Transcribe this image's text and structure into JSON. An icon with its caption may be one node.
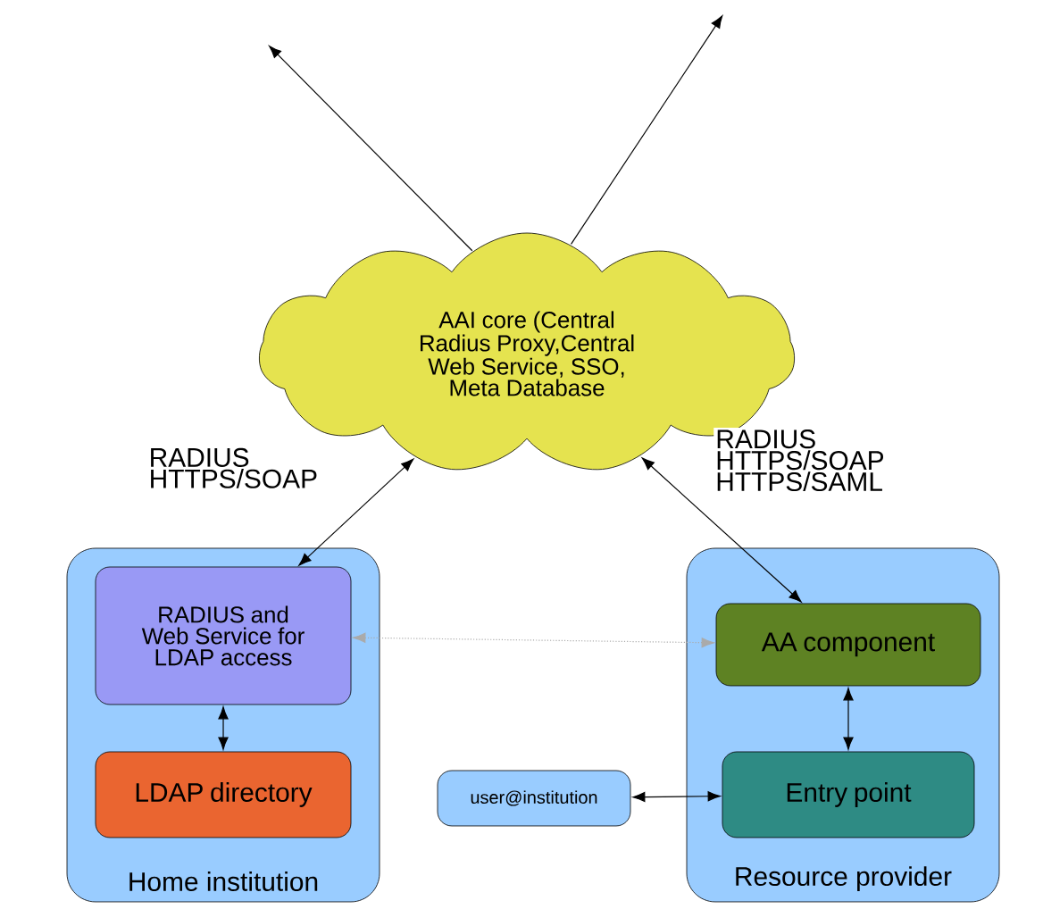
{
  "diagram": {
    "nodes": [
      {
        "text": [
          "AAI core (Central Radius Proxy,Central Web Service, SSO, Meta Database"
        ]
      },
      {
        "text": [
          "Home institution"
        ]
      },
      {
        "text": [
          "RADIUS and Web Service for LDAP access"
        ],
        "in": 1
      },
      {
        "text": [
          "LDAP directory"
        ],
        "in": 1
      },
      {
        "text": [
          "user@institution"
        ]
      },
      {
        "text": [
          "Resource provider"
        ]
      },
      {
        "text": [
          "AA component"
        ],
        "in": 5
      },
      {
        "text": [
          "Entry point"
        ],
        "in": 5
      }
    ],
    "edges": [
      {
        "from": 0,
        "to": null,
        "arrow": "to"
      },
      {
        "from": 0,
        "to": null,
        "arrow": "to"
      },
      {
        "from": 0,
        "to": 2,
        "arrow": "both",
        "label": "RADIUS HTTPS/SOAP"
      },
      {
        "from": 0,
        "to": 6,
        "arrow": "both",
        "label": "RADIUS HTTPS/SOAP HTTPS/SAML"
      },
      {
        "from": 2,
        "to": 6,
        "arrow": "both",
        "style": "dashed",
        "color": "#aaaaaa"
      },
      {
        "from": 2,
        "to": 3,
        "arrow": "both"
      },
      {
        "from": 6,
        "to": 7,
        "arrow": "both"
      },
      {
        "from": 4,
        "to": 7,
        "arrow": "both"
      }
    ]
  }
}
